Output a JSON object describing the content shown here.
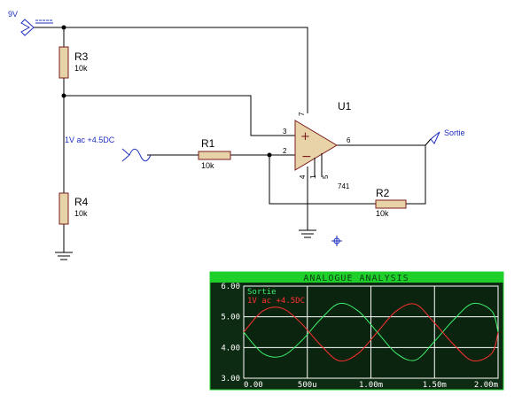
{
  "schematic": {
    "supply_label": "9V",
    "r3": {
      "name": "R3",
      "value": "10k"
    },
    "r4": {
      "name": "R4",
      "value": "10k"
    },
    "r1": {
      "name": "R1",
      "value": "10k"
    },
    "r2": {
      "name": "R2",
      "value": "10k"
    },
    "source_label": "1V ac +4.5DC",
    "opamp": {
      "name": "U1",
      "model": "741",
      "pins": {
        "in_plus": "3",
        "in_minus": "2",
        "out": "6",
        "vplus": "7",
        "vminus": "4",
        "offset_a": "1",
        "offset_b": "5"
      }
    },
    "output_label": "Sortie",
    "wire_color": "#000000",
    "component_fill": "#e8d2a8",
    "component_stroke": "#7a1c1c",
    "probe_color": "#1f2fbf"
  },
  "graph": {
    "title": "ANALOGUE ANALYSIS",
    "header_color": "#1fd02b",
    "background_color": "#0d2a12",
    "grid_color": "#ffffff",
    "tick_label_color": "#ffffff",
    "legend": [
      {
        "label": "Sortie",
        "color": "#3df06b"
      },
      {
        "label": "1V ac +4.5DC",
        "color": "#ff3030"
      }
    ],
    "y_ticks": [
      "6.00",
      "5.00",
      "4.00",
      "3.00"
    ],
    "x_ticks": [
      "0.00",
      "500u",
      "1.00m",
      "1.50m",
      "2.00m"
    ]
  },
  "chart_data": {
    "type": "line",
    "title": "ANALOGUE ANALYSIS",
    "xlabel": "",
    "ylabel": "",
    "xlim": [
      0,
      0.002
    ],
    "ylim": [
      3.0,
      6.0
    ],
    "x_tick_values": [
      0,
      0.0005,
      0.001,
      0.0015,
      0.002
    ],
    "y_tick_values": [
      3.0,
      4.0,
      5.0,
      6.0
    ],
    "grid": true,
    "legend_position": "top-left",
    "series": [
      {
        "name": "Sortie",
        "color": "#3df06b",
        "x": [
          0,
          0.00015,
          0.0003,
          0.00045,
          0.0006,
          0.00075,
          0.0009,
          0.00105,
          0.0012,
          0.00135,
          0.0015,
          0.00165,
          0.0018,
          0.00195,
          0.002
        ],
        "y": [
          4.5,
          3.81,
          3.72,
          4.2,
          4.9,
          5.43,
          5.19,
          4.5,
          3.81,
          3.59,
          4.2,
          4.9,
          5.43,
          5.19,
          4.5
        ]
      },
      {
        "name": "1V ac +4.5DC",
        "color": "#ff3030",
        "x": [
          0,
          0.00015,
          0.0003,
          0.00045,
          0.0006,
          0.00075,
          0.0009,
          0.00105,
          0.0012,
          0.00135,
          0.0015,
          0.00165,
          0.0018,
          0.00195,
          0.002
        ],
        "y": [
          4.5,
          5.19,
          5.28,
          4.8,
          4.1,
          3.57,
          3.81,
          4.5,
          5.19,
          5.41,
          4.8,
          4.1,
          3.57,
          3.81,
          4.5
        ]
      }
    ]
  }
}
